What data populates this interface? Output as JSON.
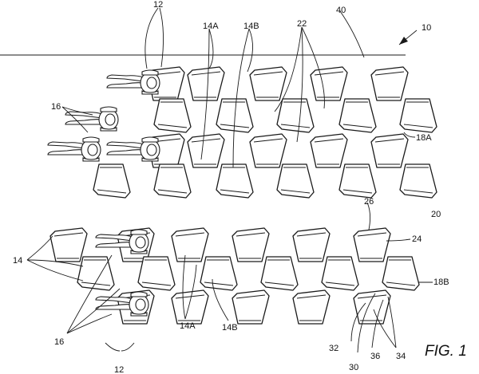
{
  "figure": {
    "caption": "FIG. 1",
    "reference_numerals": {
      "arrangement": "10",
      "passengers_top": "12",
      "passengers_bottom": "12",
      "seat_units_left": "14",
      "seat_14A_top": "14A",
      "seat_14B_top": "14B",
      "seat_14A_bottom": "14A",
      "seat_14B_bottom": "14B",
      "legs_top": "16",
      "legs_bottom": "16",
      "row_top": "18A",
      "row_bottom": "18B",
      "aisle": "20",
      "seats_22": "22",
      "seat_24": "24",
      "seat_26": "26",
      "ref_30": "30",
      "ref_32": "32",
      "ref_34": "34",
      "ref_36": "36",
      "wall": "40"
    }
  }
}
